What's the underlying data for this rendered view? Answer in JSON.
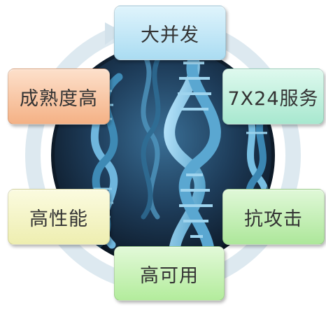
{
  "boxes": {
    "top": {
      "label": "大并发",
      "color": "#bfe6f7"
    },
    "right_top": {
      "label": "7X24服务",
      "color": "#bff0dd"
    },
    "left_top": {
      "label": "成熟度高",
      "color": "#f8c8a4"
    },
    "left_bottom": {
      "label": "高性能",
      "color": "#f4f4c4"
    },
    "right_bottom": {
      "label": "抗攻击",
      "color": "#c4efb8"
    },
    "bottom": {
      "label": "高可用",
      "color": "#c8f2b8"
    }
  },
  "colors": {
    "ring": "#dce8ef",
    "center_bg": "#1b3550",
    "dna": "#7fc3e4"
  }
}
